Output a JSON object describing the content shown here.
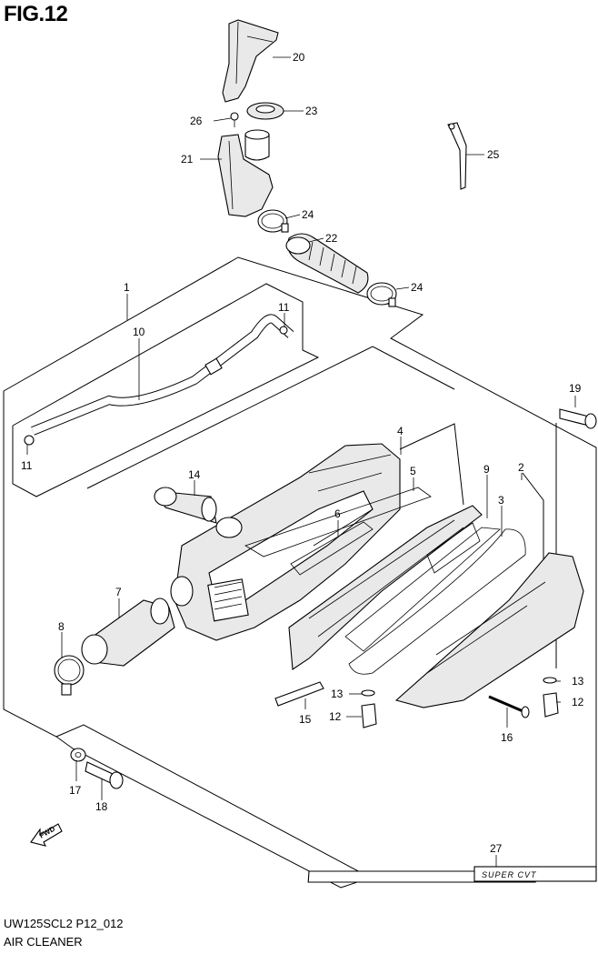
{
  "figure": {
    "title": "FIG.12",
    "model_code": "UW125SCL2 P12_012",
    "section_name": "AIR CLEANER"
  },
  "direction_marker": {
    "label": "FWD",
    "icon": "fwd-arrow-icon"
  },
  "logo_decal": {
    "text": "SUPER CVT"
  },
  "callouts": {
    "c1": "1",
    "c2": "2",
    "c3": "3",
    "c4": "4",
    "c5": "5",
    "c6": "6",
    "c7": "7",
    "c8": "8",
    "c9": "9",
    "c10": "10",
    "c11a": "11",
    "c11b": "11",
    "c12a": "12",
    "c12b": "12",
    "c13a": "13",
    "c13b": "13",
    "c14": "14",
    "c15": "15",
    "c16": "16",
    "c17": "17",
    "c18": "18",
    "c19": "19",
    "c20": "20",
    "c21": "21",
    "c22": "22",
    "c23": "23",
    "c24a": "24",
    "c24b": "24",
    "c25": "25",
    "c26": "26",
    "c27": "27"
  }
}
